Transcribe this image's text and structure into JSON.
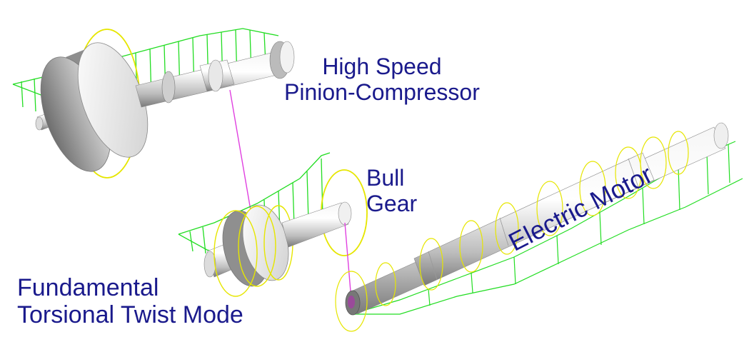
{
  "labels": {
    "high_speed_line1": "High Speed",
    "high_speed_line2": "Pinion-Compressor",
    "bull_line1": "Bull",
    "bull_line2": "Gear",
    "motor": "Electric Motor",
    "mode_line1": "Fundamental",
    "mode_line2": "Torsional Twist Mode"
  },
  "colors": {
    "label_text": "#1a1a8c",
    "mode_shape": "#22dd22",
    "orbit_ring": "#e6e600",
    "coupling": "#e040e0",
    "shaft_light": "#f4f4f4",
    "shaft_dark": "#7a7a7a"
  }
}
